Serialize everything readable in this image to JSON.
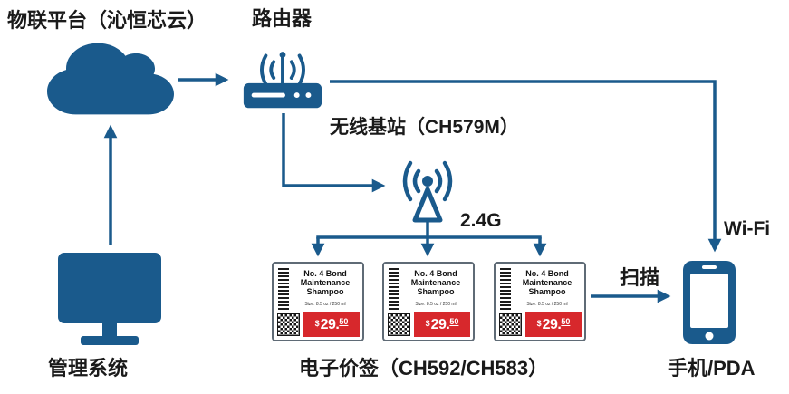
{
  "colors": {
    "primary_blue": "#1A5A8C",
    "price_red": "#D7282C",
    "text": "#1A1A1A"
  },
  "labels": {
    "cloud": "物联平台（沁恒芯云）",
    "router": "路由器",
    "base_station": "无线基站（CH579M）",
    "esl": "电子价签（CH592/CH583）",
    "management": "管理系统",
    "phone": "手机/PDA",
    "rf_band": "2.4G",
    "scan": "扫描",
    "wifi": "Wi-Fi"
  },
  "icons": {
    "cloud": "cloud-icon",
    "router": "router-icon",
    "base_station": "antenna-tower-icon",
    "computer": "desktop-monitor-icon",
    "phone": "smartphone-icon",
    "barcode": "barcode",
    "qr": "qr-code"
  },
  "price_tag": {
    "title": "No. 4 Bond Maintenance Shampoo",
    "subtitle": "Size: 8.5 oz / 250 ml",
    "currency": "$",
    "price_main": "29.",
    "price_cents": "50"
  }
}
